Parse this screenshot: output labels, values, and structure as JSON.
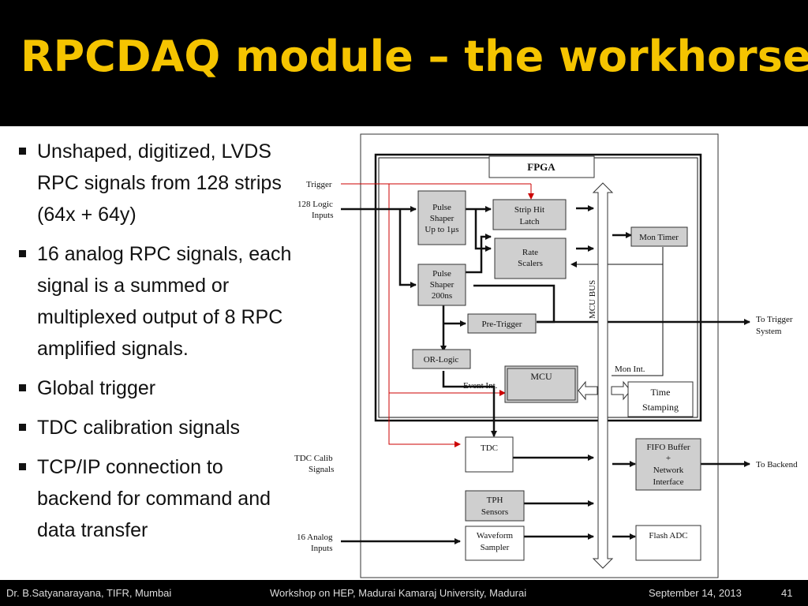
{
  "slide": {
    "title": "RPCDAQ module – the workhorse",
    "bullets": [
      "Unshaped, digitized, LVDS RPC signals from 128 strips (64x + 64y)",
      "16 analog RPC signals, each signal is a summed or multiplexed output of 8 RPC amplified signals.",
      "Global trigger",
      "TDC calibration signals",
      "TCP/IP connection to backend for command and data transfer"
    ],
    "footer": {
      "author": "Dr. B.Satyanarayana, TIFR, Mumbai",
      "event": "Workshop on HEP, Madurai Kamaraj University, Madurai",
      "date": "September 14, 2013",
      "page": "41"
    }
  },
  "diagram": {
    "fpga": "FPGA",
    "trigger": "Trigger",
    "logic_inputs": [
      "128 Logic",
      "Inputs"
    ],
    "pulse_shaper_1": [
      "Pulse",
      "Shaper",
      "Up to 1μs"
    ],
    "pulse_shaper_2": [
      "Pulse",
      "Shaper",
      "200ns"
    ],
    "strip_hit_latch": [
      "Strip Hit",
      "Latch"
    ],
    "rate_scalers": [
      "Rate",
      "Scalers"
    ],
    "mon_timer": "Mon Timer",
    "mcu_bus": "MCU BUS",
    "pre_trigger": "Pre-Trigger",
    "to_trigger_system": [
      "To Trigger",
      "System"
    ],
    "or_logic": "OR-Logic",
    "mcu": "MCU",
    "mon_int": "Mon Int.",
    "event_int": "Event Int.",
    "time_stamping": [
      "Time",
      "Stamping"
    ],
    "tdc_calib": [
      "TDC Calib",
      "Signals"
    ],
    "tdc": "TDC",
    "fifo": [
      "FIFO Buffer",
      "+",
      "Network",
      "Interface"
    ],
    "to_backend": "To Backend",
    "tph": [
      "TPH",
      "Sensors"
    ],
    "analog_inputs": [
      "16 Analog",
      "Inputs"
    ],
    "waveform_sampler": [
      "Waveform",
      "Sampler"
    ],
    "flash_adc": "Flash ADC"
  }
}
